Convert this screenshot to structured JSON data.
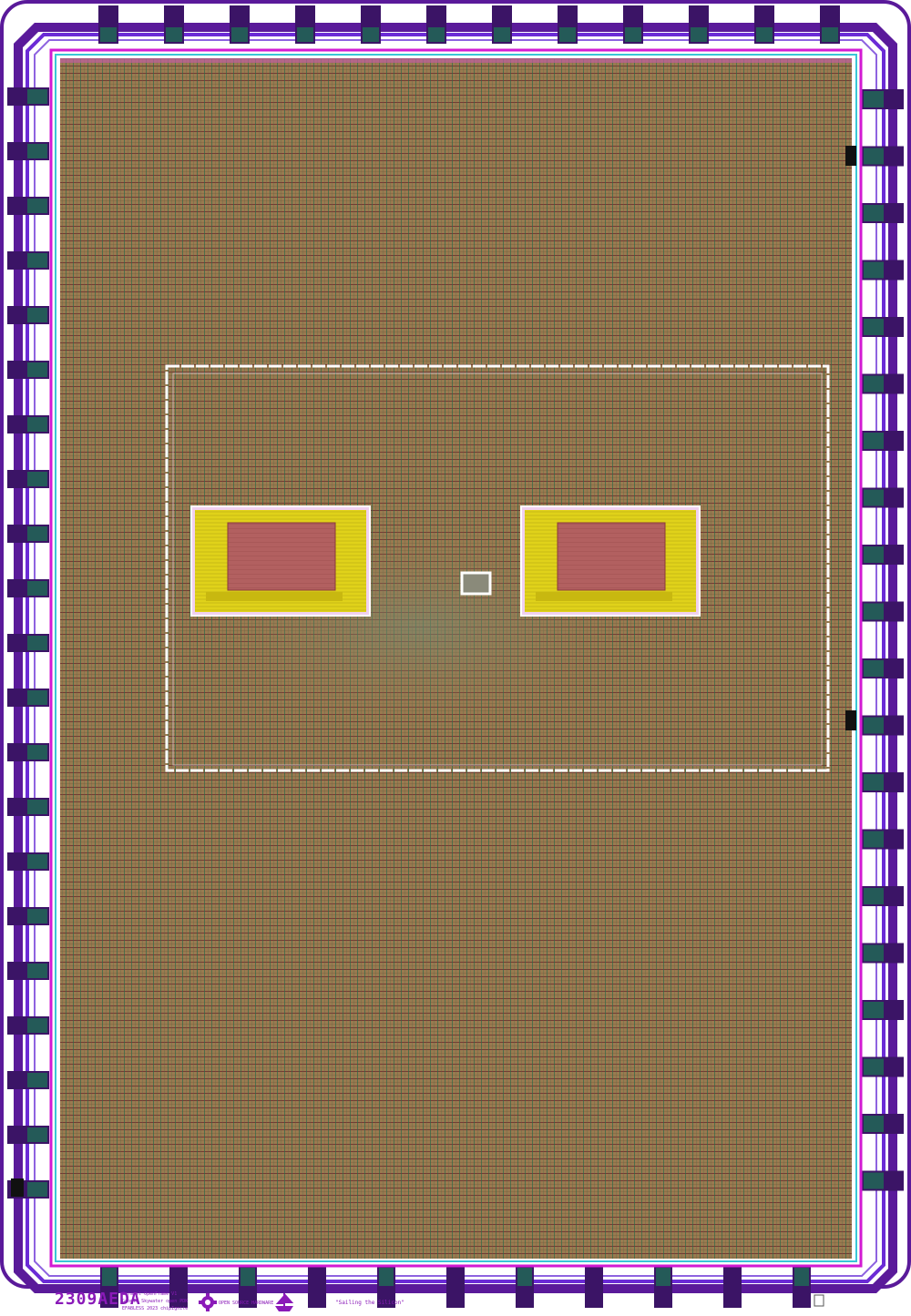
{
  "colors": {
    "pad_ring": "#5a1a9a",
    "pad_inner": "#6b2bd6",
    "pad_cell": "#3b1466",
    "pad_green": "#1f6b55",
    "pad_light": "#8e63e0",
    "core_fill": "#9a7a50",
    "grid_h": "#6a2a2a",
    "grid_v": "#2d6a4a",
    "magenta": "#d21ad2",
    "cyan": "#39c6d6",
    "macro_outline": "#ffffff",
    "sram_yellow": "#e0d21a",
    "sram_core": "#b26060",
    "label": "#8a1ab8"
  },
  "icons": {
    "org_logo": "gear-logo-icon",
    "mascot": "ship-logo-icon"
  },
  "footer": {
    "chip_id": "2309AEDA",
    "info_line_1": "Caravel OpenFrame V1",
    "info_line_2": "Google Skywater open PDK",
    "info_line_3": "EFABLESS 2023 chipIgnite",
    "org_name": "OPEN SOURCE HARDWARE",
    "tagline": "\"Sailing the Silicon\""
  }
}
